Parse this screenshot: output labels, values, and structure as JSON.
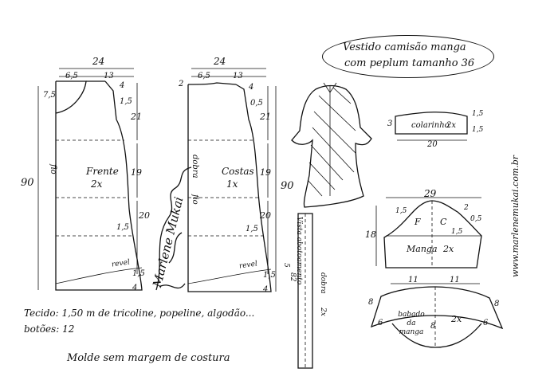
{
  "title": {
    "line1": "Vestido camisão manga",
    "line2": "com peplum tamanho 36"
  },
  "front": {
    "width_total": "24",
    "width_left": "6,5",
    "width_mid": "13",
    "top_right": "4",
    "neck_depth": "7,5",
    "shoulder_drop": "1,5",
    "armhole_depth": "21",
    "waist": "19",
    "hip": "20",
    "side_mark": "1,5",
    "hem_mark": "1,5",
    "corner_mark": "4",
    "length": "90",
    "label": "Frente",
    "count": "2x",
    "grain": "fio",
    "hem_word": "revel"
  },
  "back": {
    "width_total": "24",
    "width_left": "6,5",
    "width_mid": "13",
    "top_right": "4",
    "top_left": "2",
    "shoulder_drop": "0,5",
    "armhole_depth": "21",
    "waist": "19",
    "hip": "20",
    "side_mark": "1,5",
    "hem_mark": "1,5",
    "corner_mark": "4",
    "length": "90",
    "label": "Costas",
    "count": "1x",
    "fold": "dobra",
    "grain": "fio",
    "hem_word": "revel"
  },
  "signature": "Marlene Mukai",
  "placket": {
    "label": "Vista abotoamento",
    "count": "2x",
    "fold": "dobra",
    "width": "5",
    "length": "82"
  },
  "collar": {
    "label": "colarinho",
    "count": "2x",
    "height": "3",
    "length": "20",
    "end_top": "1,5",
    "end_bottom": "1,5"
  },
  "sleeve": {
    "width": "29",
    "height": "18",
    "cap_left": "1,5",
    "cap_right": "2",
    "cap_side": "0,5",
    "back_mark": "1,5",
    "front_letter": "F",
    "back_letter": "C",
    "label": "Manga",
    "count": "2x"
  },
  "ruffle": {
    "half_left": "11",
    "half_right": "11",
    "left_height": "8",
    "right_height": "8",
    "left_inner": "6",
    "right_inner": "6",
    "center_depth": "8",
    "label": "babado da manga",
    "count": "2x"
  },
  "notes": {
    "fabric": "Tecido: 1,50 m de tricoline, popeline, algodão...",
    "buttons": "botões: 12",
    "seam": "Molde sem margem de costura"
  },
  "website": "www.marlenemukai.com.br"
}
